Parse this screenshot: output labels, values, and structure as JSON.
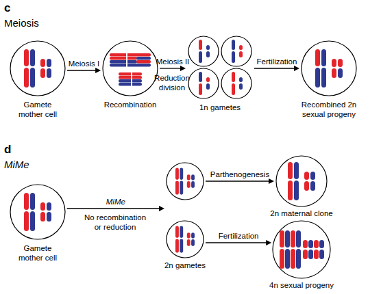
{
  "diagram": {
    "nodes": [
      {
        "text": [
          "Gamete mother cell"
        ]
      },
      {
        "text": [
          "Recombination"
        ]
      },
      {
        "text": [
          "1n gametes"
        ]
      },
      {
        "text": [
          "Recombined 2n sexual progeny"
        ]
      },
      {
        "text": [
          "Gamete mother cell"
        ]
      },
      {
        "text": [
          "2n gametes"
        ]
      },
      {
        "text": [
          "2n maternal clone"
        ]
      },
      {
        "text": [
          "4n sexual progeny"
        ]
      }
    ],
    "edges": [
      {
        "from": 0,
        "to": 1,
        "arrow": "to",
        "label": "Meiosis I"
      },
      {
        "from": 1,
        "to": 2,
        "arrow": "to",
        "label": "Meiosis II"
      },
      {
        "from": 2,
        "to": 3,
        "arrow": "to",
        "label": "Fertilization"
      },
      {
        "from": 4,
        "to": 5,
        "arrow": "to",
        "label": "MiMe"
      },
      {
        "from": 5,
        "to": 6,
        "arrow": "to",
        "label": "Parthenogenesis"
      },
      {
        "from": 5,
        "to": 7,
        "arrow": "to",
        "label": "Fertilization"
      }
    ],
    "labels": [
      "c",
      "Meiosis",
      "Reduction division",
      "d",
      "MiMe",
      "No recombination or reduction"
    ]
  }
}
